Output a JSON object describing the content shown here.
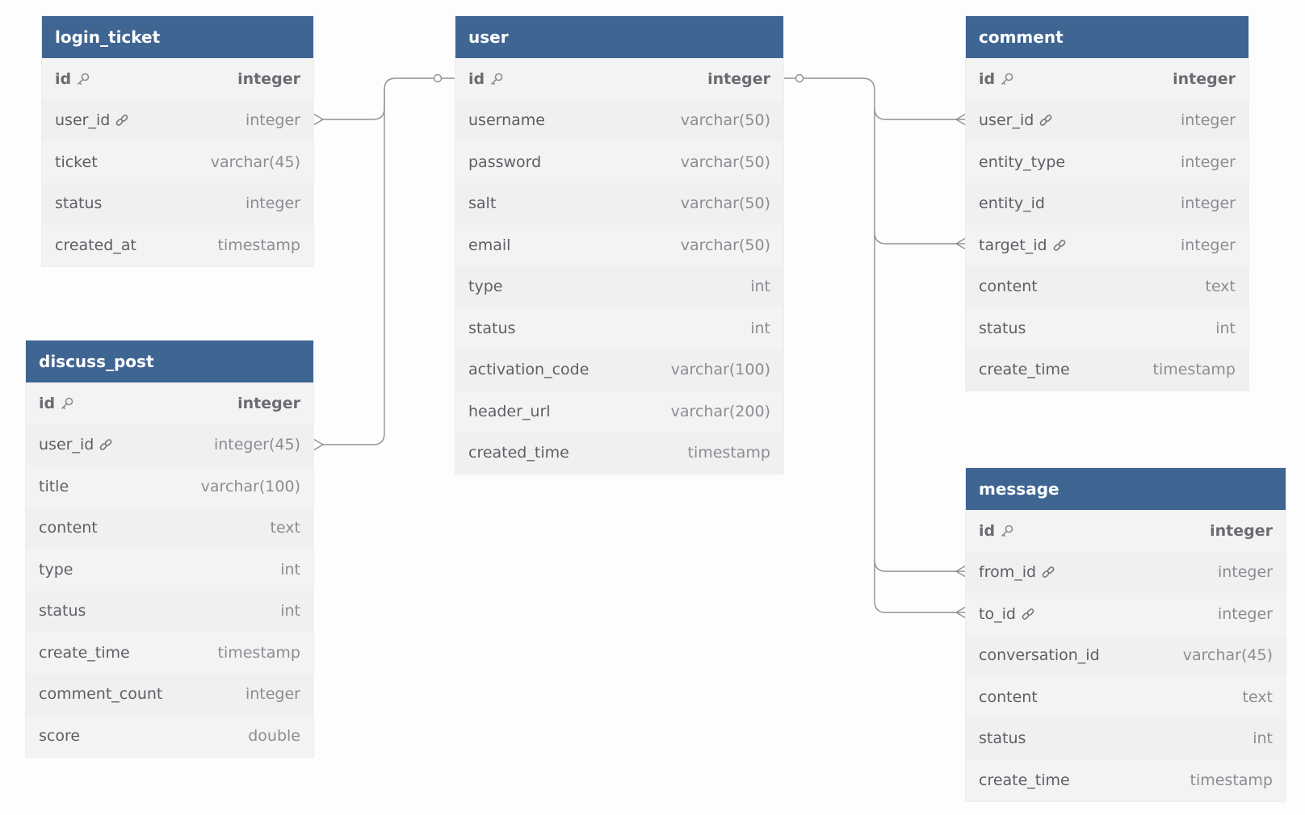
{
  "tables": [
    {
      "id": "login_ticket",
      "name": "login_ticket",
      "columns": [
        {
          "name": "id",
          "type": "integer",
          "pk": true
        },
        {
          "name": "user_id",
          "type": "integer",
          "fk": true
        },
        {
          "name": "ticket",
          "type": "varchar(45)"
        },
        {
          "name": "status",
          "type": "integer"
        },
        {
          "name": "created_at",
          "type": "timestamp"
        }
      ]
    },
    {
      "id": "discuss_post",
      "name": "discuss_post",
      "columns": [
        {
          "name": "id",
          "type": "integer",
          "pk": true
        },
        {
          "name": "user_id",
          "type": "integer(45)",
          "fk": true
        },
        {
          "name": "title",
          "type": "varchar(100)"
        },
        {
          "name": "content",
          "type": "text"
        },
        {
          "name": "type",
          "type": "int"
        },
        {
          "name": "status",
          "type": "int"
        },
        {
          "name": "create_time",
          "type": "timestamp"
        },
        {
          "name": "comment_count",
          "type": "integer"
        },
        {
          "name": "score",
          "type": "double"
        }
      ]
    },
    {
      "id": "user",
      "name": "user",
      "columns": [
        {
          "name": "id",
          "type": "integer",
          "pk": true
        },
        {
          "name": "username",
          "type": "varchar(50)"
        },
        {
          "name": "password",
          "type": "varchar(50)"
        },
        {
          "name": "salt",
          "type": "varchar(50)"
        },
        {
          "name": "email",
          "type": "varchar(50)"
        },
        {
          "name": "type",
          "type": "int"
        },
        {
          "name": "status",
          "type": "int"
        },
        {
          "name": "activation_code",
          "type": "varchar(100)"
        },
        {
          "name": "header_url",
          "type": "varchar(200)"
        },
        {
          "name": "created_time",
          "type": "timestamp"
        }
      ]
    },
    {
      "id": "comment",
      "name": "comment",
      "columns": [
        {
          "name": "id",
          "type": "integer",
          "pk": true
        },
        {
          "name": "user_id",
          "type": "integer",
          "fk": true
        },
        {
          "name": "entity_type",
          "type": "integer"
        },
        {
          "name": "entity_id",
          "type": "integer"
        },
        {
          "name": "target_id",
          "type": "integer",
          "fk": true
        },
        {
          "name": "content",
          "type": "text"
        },
        {
          "name": "status",
          "type": "int"
        },
        {
          "name": "create_time",
          "type": "timestamp"
        }
      ]
    },
    {
      "id": "message",
      "name": "message",
      "columns": [
        {
          "name": "id",
          "type": "integer",
          "pk": true
        },
        {
          "name": "from_id",
          "type": "integer",
          "fk": true
        },
        {
          "name": "to_id",
          "type": "integer",
          "fk": true
        },
        {
          "name": "conversation_id",
          "type": "varchar(45)"
        },
        {
          "name": "content",
          "type": "text"
        },
        {
          "name": "status",
          "type": "int"
        },
        {
          "name": "create_time",
          "type": "timestamp"
        }
      ]
    }
  ],
  "relationships": [
    {
      "from": "login_ticket.user_id",
      "to": "user.id",
      "cardinality": "many-to-one"
    },
    {
      "from": "discuss_post.user_id",
      "to": "user.id",
      "cardinality": "many-to-one"
    },
    {
      "from": "comment.user_id",
      "to": "user.id",
      "cardinality": "many-to-one"
    },
    {
      "from": "comment.target_id",
      "to": "user.id",
      "cardinality": "many-to-one"
    },
    {
      "from": "message.from_id",
      "to": "user.id",
      "cardinality": "many-to-one"
    },
    {
      "from": "message.to_id",
      "to": "user.id",
      "cardinality": "many-to-one"
    }
  ],
  "colors": {
    "header": "#3f6593",
    "connector": "#8e9096"
  },
  "icons": {
    "primary_key": "key-icon",
    "foreign_key": "link-icon"
  }
}
